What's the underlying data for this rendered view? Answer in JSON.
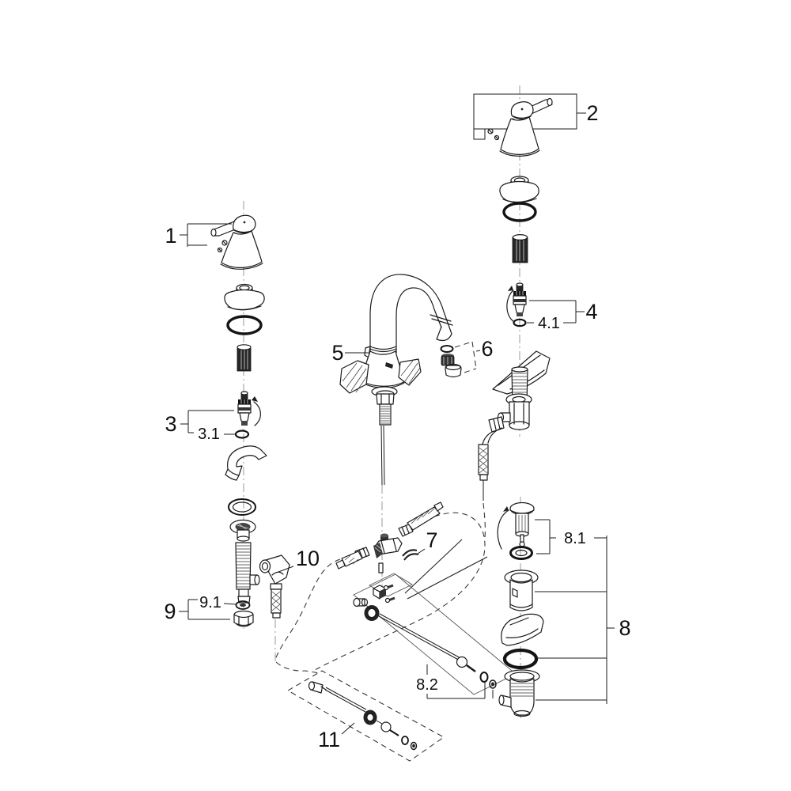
{
  "diagram": {
    "background": "#ffffff",
    "line_color": "#1b1b1b",
    "centerline_color": "#9a9a9a",
    "labels": {
      "part1": "1",
      "part2": "2",
      "part3": "3",
      "part3_1": "3.1",
      "part4": "4",
      "part4_1": "4.1",
      "part5": "5",
      "part6": "6",
      "part7": "7",
      "part8": "8",
      "part8_1": "8.1",
      "part8_2": "8.2",
      "part9": "9",
      "part9_1": "9.1",
      "part10": "10",
      "part11": "11"
    }
  }
}
